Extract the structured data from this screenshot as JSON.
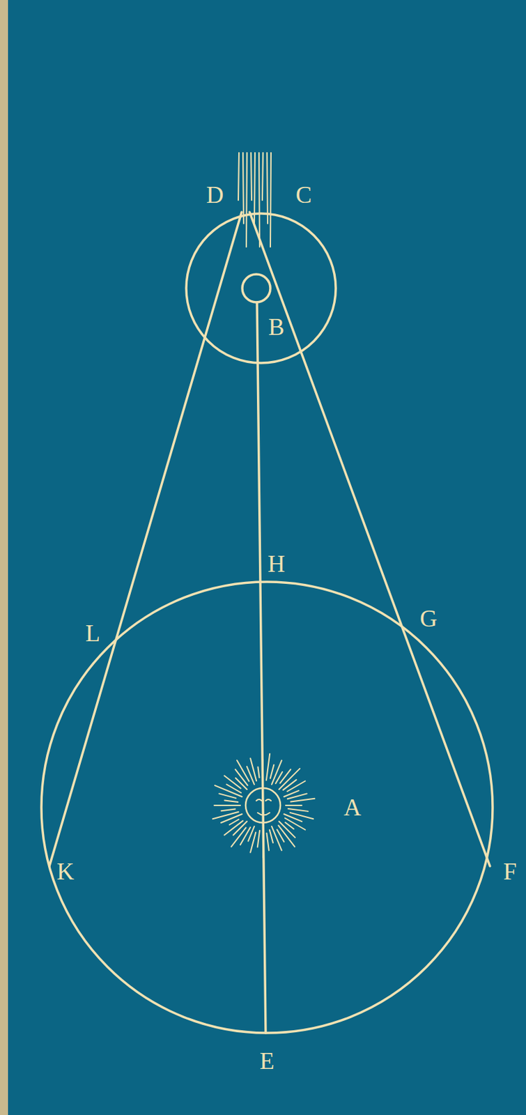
{
  "diagram": {
    "labels": [
      "D",
      "C",
      "B",
      "H",
      "L",
      "G",
      "K",
      "F",
      "A",
      "E"
    ]
  }
}
